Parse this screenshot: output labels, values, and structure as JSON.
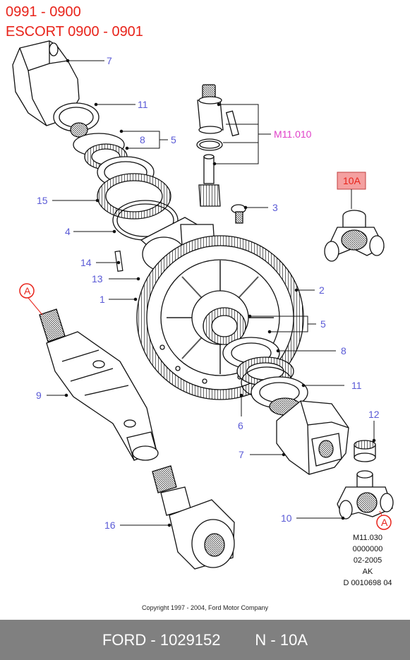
{
  "header": {
    "line1": "0991 - 0900",
    "line2": "ESCORT 0900 - 0901"
  },
  "callouts": {
    "c7a": "7",
    "c11a": "11",
    "c8a": "8",
    "c5a": "5",
    "cM11": "M11.010",
    "c10A": "10A",
    "c15": "15",
    "c3": "3",
    "c4": "4",
    "c14": "14",
    "c13": "13",
    "c1": "1",
    "c2": "2",
    "cAa": "A",
    "c5b": "5",
    "c8b": "8",
    "c9": "9",
    "c11b": "11",
    "c6": "6",
    "c12": "12",
    "c7b": "7",
    "c16": "16",
    "c10": "10",
    "cAb": "A"
  },
  "meta": {
    "line1": "M11.030",
    "line2": "0000000",
    "line3": "02-2005",
    "line4": "AK",
    "line5": "D 0010698 04"
  },
  "copyright": "Copyright 1997 - 2004, Ford Motor Company",
  "footer": {
    "part": "FORD - 1029152",
    "ref": "N - 10A"
  },
  "colors": {
    "label": "#5a5ad6",
    "special_label": "#e040c8",
    "header": "#e8231a",
    "highlight_box": "#f4a0a0",
    "footer_bg": "#808080"
  }
}
